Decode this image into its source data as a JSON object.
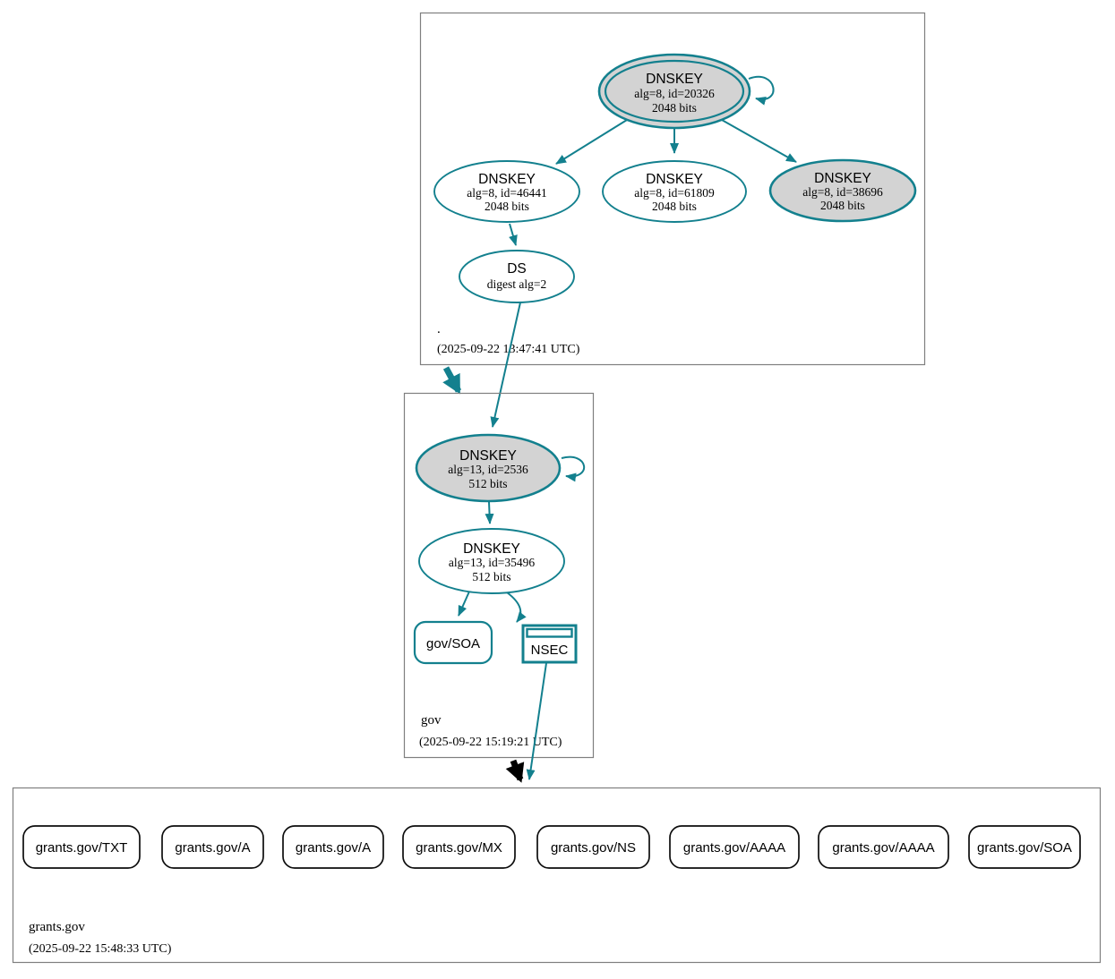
{
  "diagram": {
    "colors": {
      "edge_secure_teal": "#13808e",
      "node_fill_gray": "#d3d3d3",
      "node_fill_white": "#ffffff",
      "zone_box_border": "#7f7f7f",
      "insecure_edge_black": "#000000"
    },
    "root_zone": {
      "label": ".",
      "timestamp": "(2025-09-22 13:47:41 UTC)",
      "ksk": {
        "title": "DNSKEY",
        "detail1": "alg=8, id=20326",
        "detail2": "2048 bits"
      },
      "zsk1": {
        "title": "DNSKEY",
        "detail1": "alg=8, id=46441",
        "detail2": "2048 bits"
      },
      "zsk2": {
        "title": "DNSKEY",
        "detail1": "alg=8, id=61809",
        "detail2": "2048 bits"
      },
      "zsk3": {
        "title": "DNSKEY",
        "detail1": "alg=8, id=38696",
        "detail2": "2048 bits"
      },
      "ds": {
        "title": "DS",
        "detail1": "digest alg=2"
      }
    },
    "gov_zone": {
      "label": "gov",
      "timestamp": "(2025-09-22 15:19:21 UTC)",
      "ksk": {
        "title": "DNSKEY",
        "detail1": "alg=13, id=2536",
        "detail2": "512 bits"
      },
      "zsk": {
        "title": "DNSKEY",
        "detail1": "alg=13, id=35496",
        "detail2": "512 bits"
      },
      "soa": {
        "label": "gov/SOA"
      },
      "nsec": {
        "label": "NSEC"
      }
    },
    "grants_zone": {
      "label": "grants.gov",
      "timestamp": "(2025-09-22 15:48:33 UTC)",
      "rrsets": [
        {
          "label": "grants.gov/TXT"
        },
        {
          "label": "grants.gov/A"
        },
        {
          "label": "grants.gov/A"
        },
        {
          "label": "grants.gov/MX"
        },
        {
          "label": "grants.gov/NS"
        },
        {
          "label": "grants.gov/AAAA"
        },
        {
          "label": "grants.gov/AAAA"
        },
        {
          "label": "grants.gov/SOA"
        }
      ]
    }
  }
}
